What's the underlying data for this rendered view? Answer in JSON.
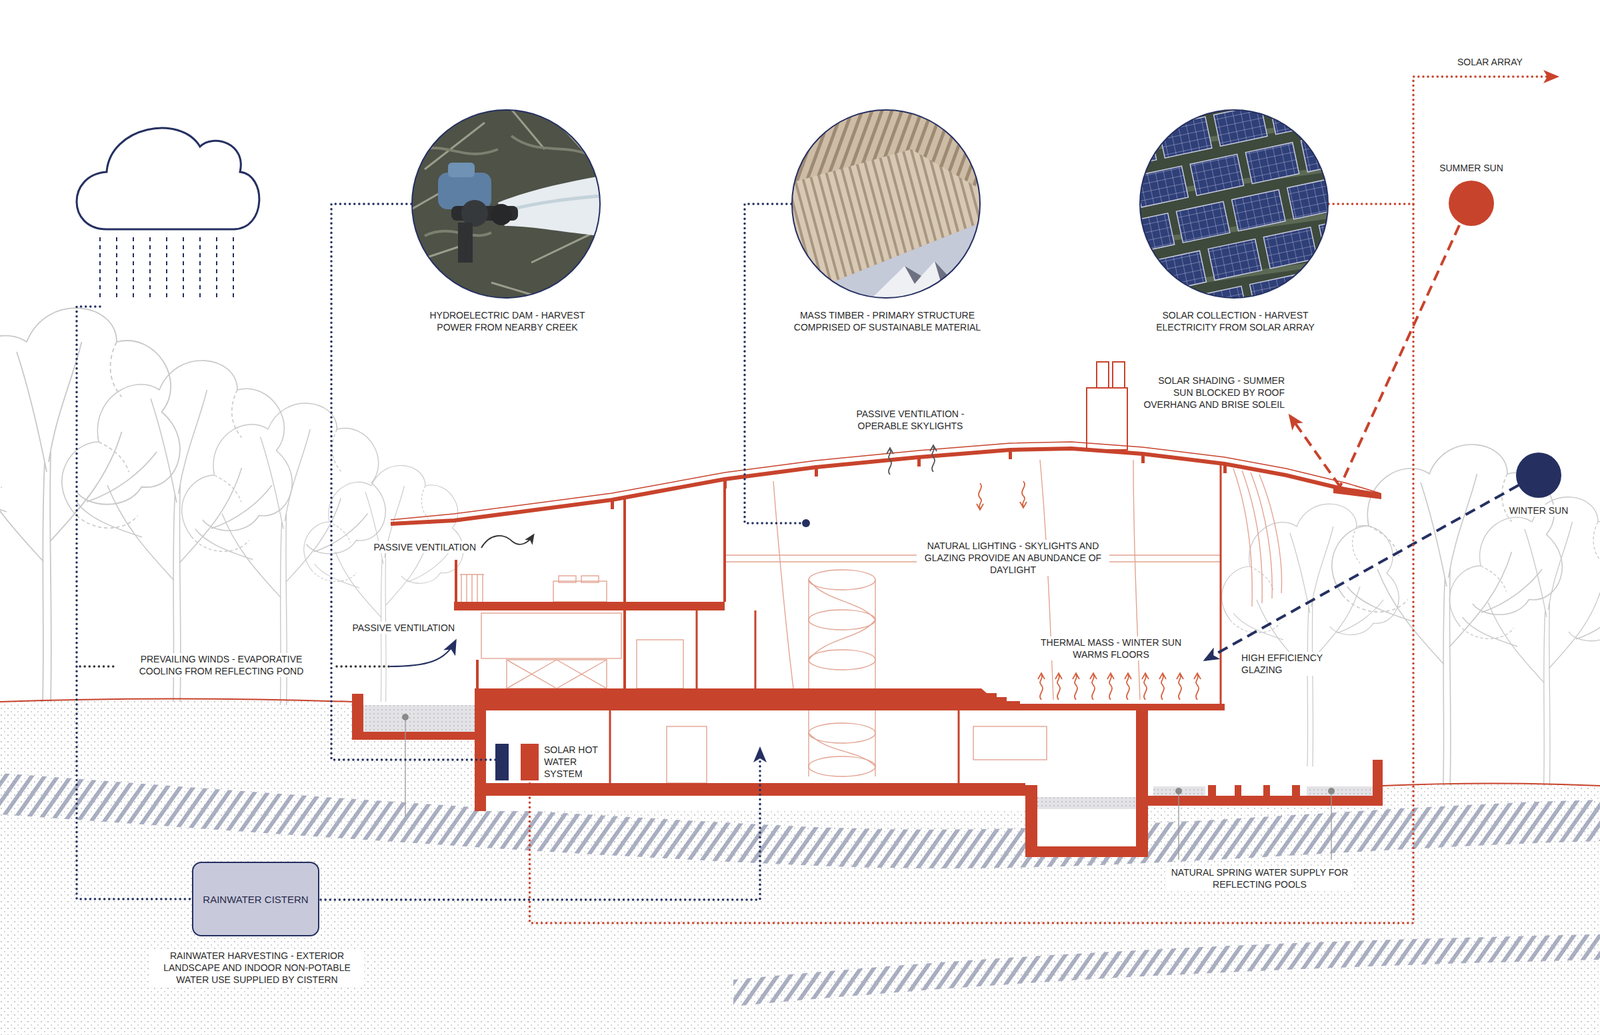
{
  "diagram": {
    "nodes": [
      {
        "text": [
          "HYDROELECTRIC DAM - HARVEST POWER FROM NEARBY CREEK"
        ]
      },
      {
        "text": [
          "MASS TIMBER - PRIMARY STRUCTURE COMPRISED OF SUSTAINABLE MATERIAL"
        ]
      },
      {
        "text": [
          "SOLAR COLLECTION - HARVEST ELECTRICITY FROM SOLAR ARRAY"
        ]
      },
      {
        "text": [
          "SUMMER SUN"
        ]
      },
      {
        "text": [
          "WINTER SUN"
        ]
      },
      {
        "text": [
          "SOLAR HOT WATER SYSTEM"
        ]
      },
      {
        "text": [
          "RAINWATER CISTERN",
          "RAINWATER HARVESTING - EXTERIOR LANDSCAPE AND INDOOR NON-POTABLE WATER USE SUPPLIED BY CISTERN"
        ]
      }
    ],
    "edges": [
      {
        "from": 0,
        "to": 5,
        "arrow": "none"
      },
      {
        "from": 2,
        "to": 5,
        "arrow": "none"
      }
    ],
    "labels": [
      "SOLAR ARRAY",
      "SOLAR SHADING - SUMMER SUN BLOCKED BY ROOF OVERHANG AND BRISE SOLEIL",
      "PASSIVE VENTILATION - OPERABLE SKYLIGHTS",
      "PASSIVE VENTILATION",
      "NATURAL LIGHTING - SKYLIGHTS AND GLAZING PROVIDE AN ABUNDANCE OF DAYLIGHT",
      "PASSIVE VENTILATION",
      "PREVAILING WINDS - EVAPORATIVE COOLING FROM REFLECTING POND",
      "THERMAL MASS - WINTER SUN WARMS FLOORS",
      "HIGH EFFICIENCY GLAZING",
      "NATURAL SPRING WATER SUPPLY FOR REFLECTING POOLS"
    ]
  }
}
